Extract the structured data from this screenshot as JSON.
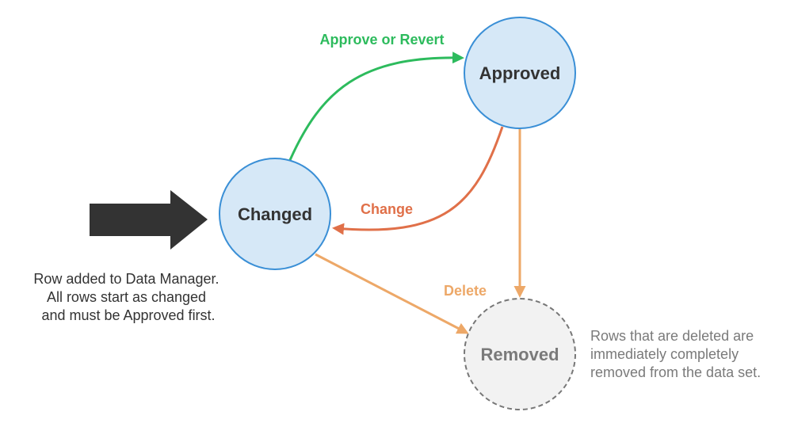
{
  "states": {
    "changed": {
      "label": "Changed"
    },
    "approved": {
      "label": "Approved"
    },
    "removed": {
      "label": "Removed"
    }
  },
  "transitions": {
    "approve": {
      "label": "Approve or Revert"
    },
    "change": {
      "label": "Change"
    },
    "delete": {
      "label": "Delete"
    }
  },
  "notes": {
    "start": {
      "line1": "Row added to Data Manager.",
      "line2": "All rows start as changed",
      "line3": "and must be Approved first."
    },
    "removed": {
      "line1": "Rows that are deleted are",
      "line2": "immediately completely",
      "line3": "removed from the data set."
    }
  },
  "colors": {
    "state_fill": "#d6e8f7",
    "state_stroke": "#3a8fd6",
    "removed_fill": "#f2f2f2",
    "removed_stroke": "#777777",
    "approve_edge": "#2dbb5d",
    "change_edge": "#e07049",
    "delete_edge": "#eda868",
    "entry_arrow": "#333333",
    "text_dark": "#333333",
    "text_muted": "#7a7a7a"
  }
}
